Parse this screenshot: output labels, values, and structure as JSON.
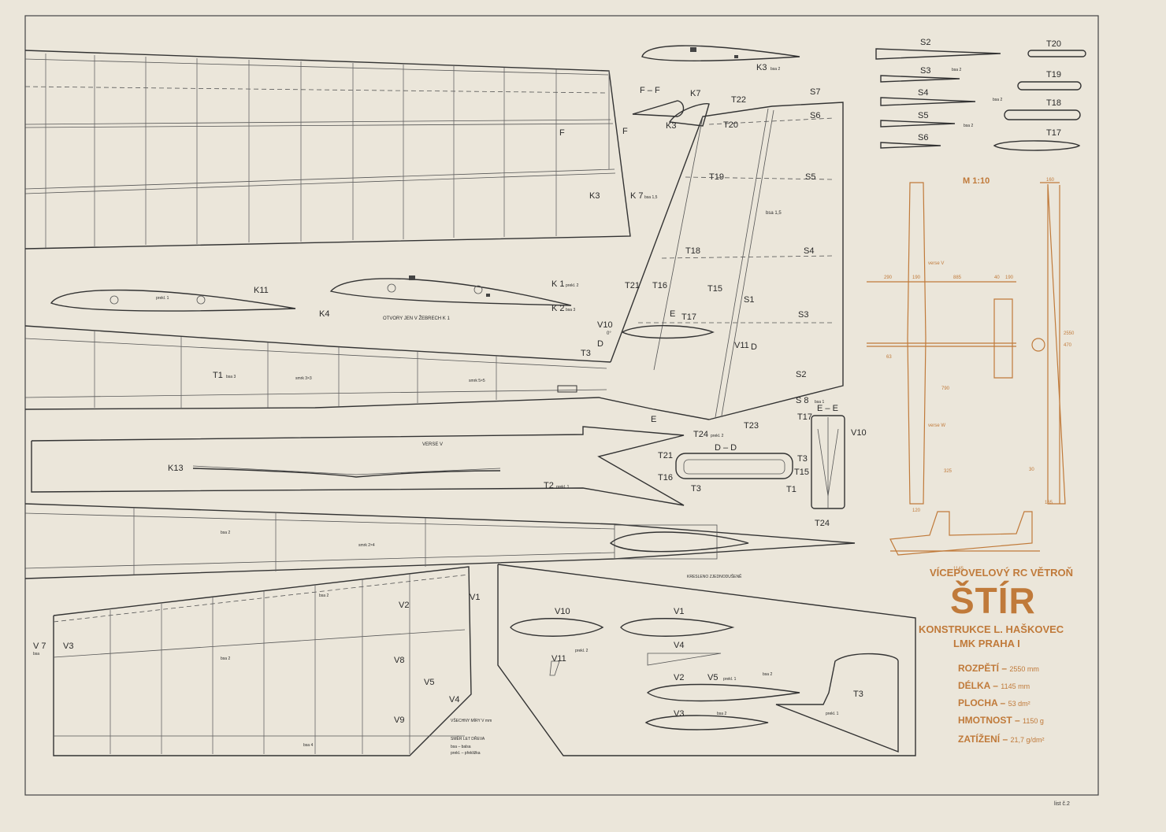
{
  "title": {
    "line1": "VÍCEPOVELOVÝ RC VĚTROŇ",
    "name": "ŠTÍR",
    "designer": "KONSTRUKCE L. HAŠKOVEC",
    "club": "LMK PRAHA I"
  },
  "specs": [
    {
      "label": "ROZPĚTÍ –",
      "value": "2550 mm"
    },
    {
      "label": "DÉLKA –",
      "value": "1145 mm"
    },
    {
      "label": "PLOCHA –",
      "value": "53 dm²"
    },
    {
      "label": "HMOTNOST – ",
      "value": "1150 g"
    },
    {
      "label": "ZATÍŽENÍ –",
      "value": "21,7 g/dm²"
    }
  ],
  "scale": "M 1:10",
  "sheet_number": "list č.2",
  "notes": {
    "holes": "OTVORY JEN V ŽEBRECH K 1",
    "simplified": "KRESLENO ZJEDNODUŠENĚ",
    "version": "VERSE V",
    "all_dims": "VŠECHNY MÍRY V mm",
    "grain": "SMĚR LET DŘEVA",
    "balsa": "bsa – balsa",
    "plywood": "prekl. – překližka"
  },
  "labels": {
    "K1": "K 1",
    "K1_note": "prekl. 2",
    "K2": "K 2",
    "K2_note": "bsa 3",
    "K3": "K3",
    "K3_top": "K3",
    "K3_top_note": "bsa 2",
    "K4": "K4",
    "K7": "K7",
    "K7b": "K 7",
    "K7b_note": "bsa 1,5",
    "K11": "K11",
    "K13": "K13",
    "K3_mid": "K3",
    "F": "F",
    "FF": "F – F",
    "T1": "T1",
    "T1_note": "bsa 3",
    "T2": "T2",
    "T2_note": "prekl. 1",
    "T3": "T3",
    "T15": "T15",
    "T16": "T16",
    "T17": "T17",
    "T18": "T18",
    "T19": "T19",
    "T20": "T20",
    "T21": "T21",
    "T22": "T22",
    "T23": "T23",
    "T24": "T24",
    "T24_note": "prekl. 2",
    "S1": "S1",
    "S2": "S2",
    "S3": "S3",
    "S4": "S4",
    "S5": "S5",
    "S6": "S6",
    "S7": "S7",
    "S8": "S 8",
    "S8_note": "bsa 1",
    "V1": "V1",
    "V2": "V2",
    "V3": "V3",
    "V4": "V4",
    "V5": "V5",
    "V5_note": "prekl. 1",
    "V7": "V 7",
    "V7_note": "bsa",
    "V8": "V8",
    "V9": "V9",
    "V10": "V10",
    "V11": "V11",
    "D": "D",
    "DD": "D – D",
    "E": "E",
    "EE": "E – E",
    "zero": "0°",
    "smrk3": "smrk 3×3",
    "smrk5": "smrk 5×5",
    "smrk2": "smrk 2×4",
    "bsa2": "bsa 2",
    "bsa3": "bsa 3",
    "bsa4": "bsa 4",
    "bsa15": "bsa 1,5",
    "prekl1": "prekl. 1",
    "prekl2": "prekl. 2"
  },
  "three_view": {
    "dims": [
      "290",
      "190",
      "885",
      "40",
      "190",
      "63",
      "790",
      "1145",
      "2550",
      "470",
      "160",
      "30",
      "165",
      "120",
      "325"
    ],
    "version_labels": [
      "verse V",
      "verse W"
    ]
  }
}
